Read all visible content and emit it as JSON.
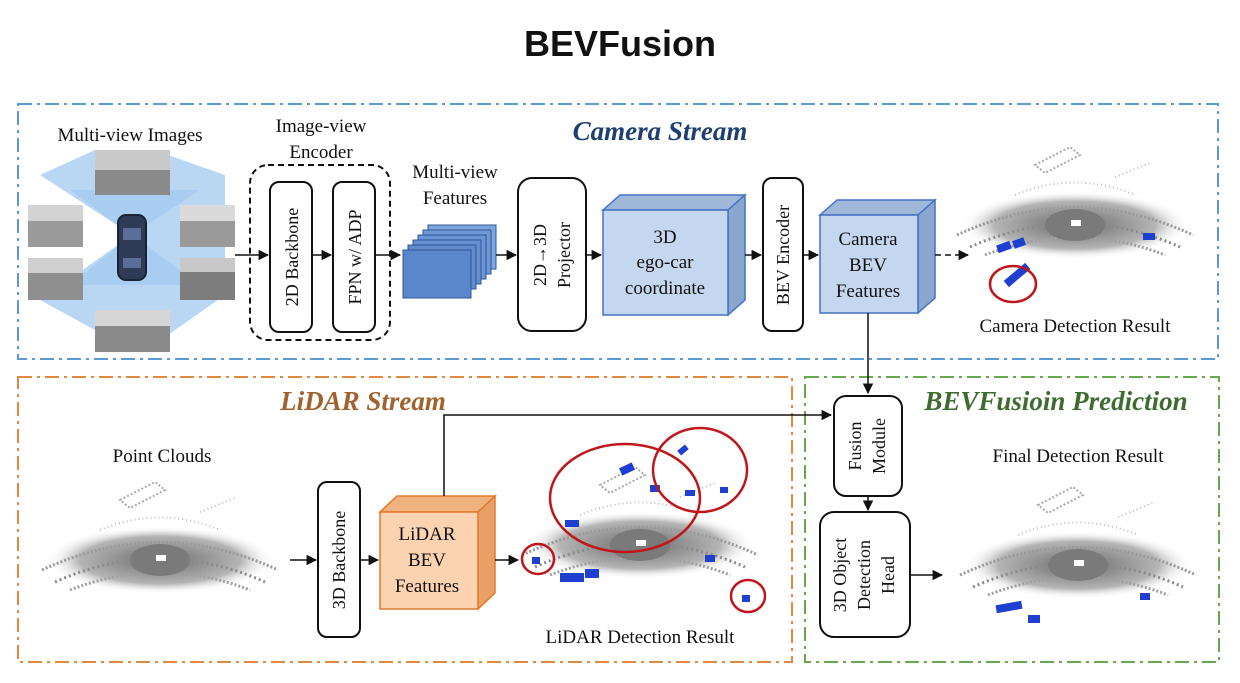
{
  "title": "BEVFusion",
  "sections": {
    "camera": {
      "label": "Camera Stream",
      "color": "#1f3f73"
    },
    "lidar": {
      "label": "LiDAR Stream",
      "color": "#a1622d"
    },
    "prediction": {
      "label": "BEVFusioin Prediction",
      "color": "#3f6b2e"
    }
  },
  "camera_stream": {
    "multi_view_images": "Multi-view Images",
    "encoder_title_1": "Image-view",
    "encoder_title_2": "Encoder",
    "backbone_2d": "2D Backbone",
    "fpn": "FPN w/ ADP",
    "features_1": "Multi-view",
    "features_2": "Features",
    "projector_1": "2D→3D",
    "projector_2": "Projector",
    "egocar_1": "3D",
    "egocar_2": "ego-car",
    "egocar_3": "coordinate",
    "bev_encoder": "BEV Encoder",
    "camera_bev_1": "Camera",
    "camera_bev_2": "BEV",
    "camera_bev_3": "Features",
    "detection_result": "Camera Detection Result"
  },
  "lidar_stream": {
    "point_clouds": "Point Clouds",
    "backbone_3d": "3D Backbone",
    "lidar_bev_1": "LiDAR",
    "lidar_bev_2": "BEV",
    "lidar_bev_3": "Features",
    "detection_result": "LiDAR Detection Result"
  },
  "prediction": {
    "fusion_1": "Fusion",
    "fusion_2": "Module",
    "head_1": "3D Object",
    "head_2": "Detection",
    "head_3": "Head",
    "final_result": "Final Detection Result"
  },
  "colors": {
    "camera_box": "#c5d7ef",
    "camera_box_side": "#9fb7d9",
    "camera_box_border": "#4472c4",
    "lidar_box": "#fbd3b0",
    "lidar_box_side": "#f0b27f",
    "lidar_box_border": "#e07b2d",
    "detection_blue": "#1f3fd1",
    "highlight_red": "#c0161b",
    "car_glow": "#7fb4ea"
  }
}
